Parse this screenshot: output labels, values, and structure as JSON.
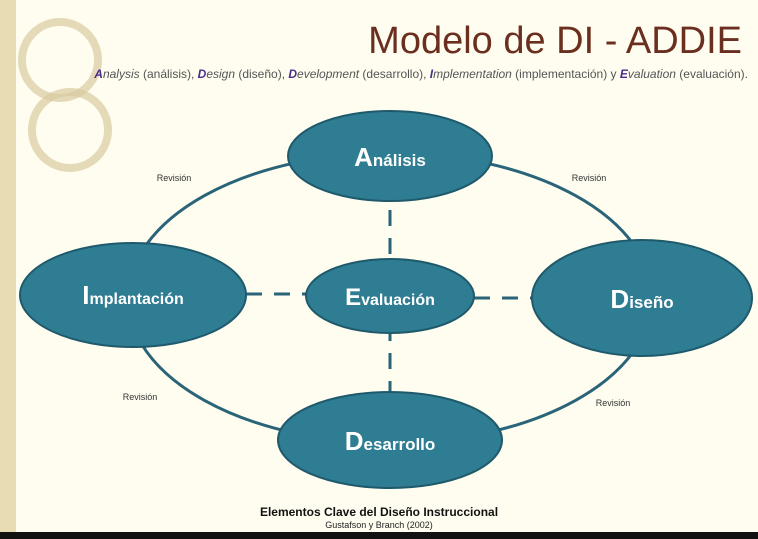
{
  "title": "Modelo de DI  - ADDIE",
  "subtitle": {
    "analysis_term": "A",
    "analysis_term_rest": "nalysis",
    "analysis_es": " (análisis), ",
    "design_term": "D",
    "design_term_rest": "esign",
    "design_es": " (diseño), ",
    "development_term": "D",
    "development_term_rest": "evelopment",
    "development_es": " (desarrollo), ",
    "implementation_term": "I",
    "implementation_term_rest": "mplementation",
    "implementation_es": " (implementación) y ",
    "evaluation_term": "E",
    "evaluation_term_rest": "valuation",
    "evaluation_es": " (evaluación)."
  },
  "nodes": {
    "analisis": {
      "initial": "A",
      "rest": "nálisis"
    },
    "diseno": {
      "initial": "D",
      "rest": "iseño"
    },
    "desarrollo": {
      "initial": "D",
      "rest": "esarrollo"
    },
    "implantacion": {
      "initial": "I",
      "rest": "mplantación"
    },
    "evaluacion": {
      "initial": "E",
      "rest": "valuación"
    }
  },
  "revision_labels": {
    "top_left": "Revisión",
    "top_right": "Revisión",
    "bottom_left": "Revisión",
    "bottom_right": "Revisión"
  },
  "caption": {
    "title": "Elementos Clave del Diseño Instruccional",
    "source": "Gustafson y Branch (2002)"
  },
  "colors": {
    "node_fill": "#2f7d93",
    "node_stroke": "#1f5a6c",
    "ring": "#2a6478",
    "title": "#6b2f1f",
    "accent_initial": "#4a2c8a"
  }
}
